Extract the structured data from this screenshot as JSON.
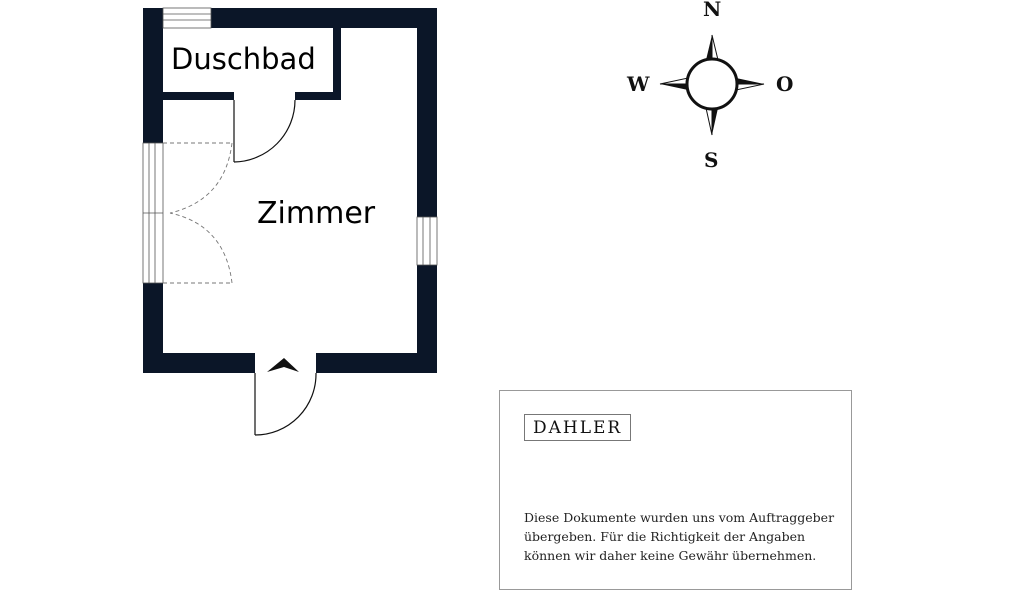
{
  "floorplan": {
    "rooms": [
      {
        "label": "Duschbad"
      },
      {
        "label": "Zimmer"
      }
    ],
    "wall_color": "#0b1628"
  },
  "compass": {
    "north": "N",
    "south": "S",
    "west": "W",
    "east": "O"
  },
  "info_box": {
    "logo": "DAHLER",
    "disclaimer": "Diese Dokumente wurden uns vom Auftraggeber übergeben. Für die Richtigkeit der Angaben können wir daher keine Gewähr übernehmen."
  }
}
